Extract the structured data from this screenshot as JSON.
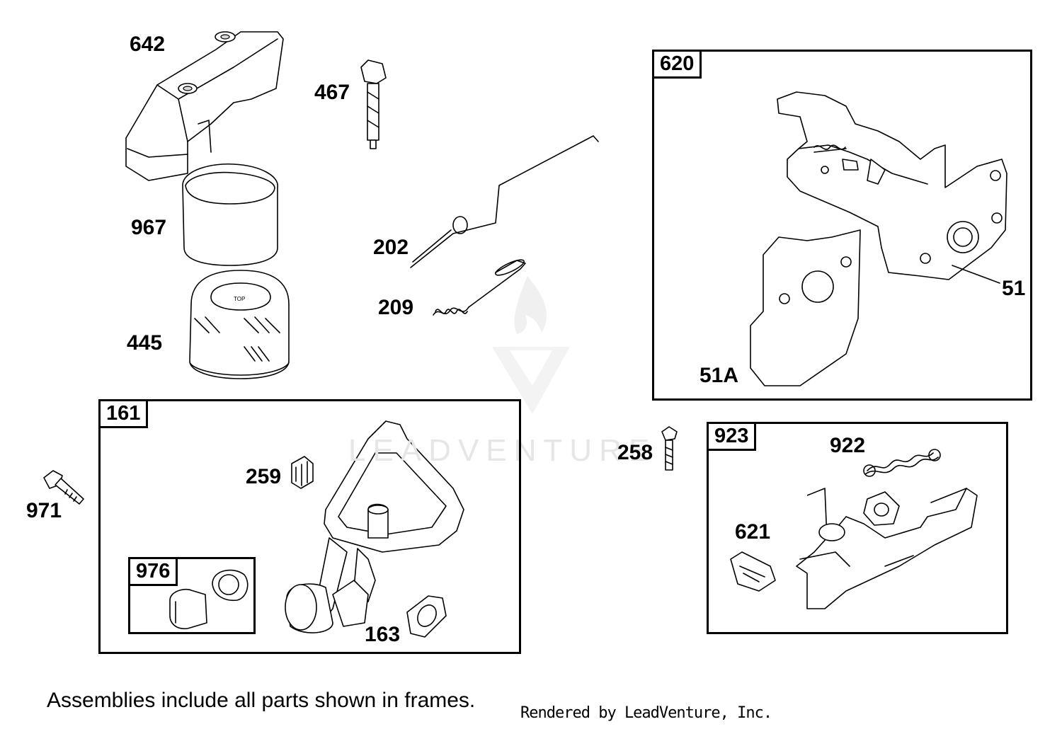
{
  "diagram": {
    "watermark": "LEADVENTURE",
    "labels": {
      "p642": "642",
      "p467": "467",
      "p967": "967",
      "p202": "202",
      "p209": "209",
      "p445": "445",
      "p51": "51",
      "p51a": "51A",
      "p258": "258",
      "p922": "922",
      "p621": "621",
      "p259": "259",
      "p971": "971",
      "p163": "163"
    },
    "frames": {
      "f620": "620",
      "f161": "161",
      "f976": "976",
      "f923": "923"
    },
    "footer": {
      "note": "Assemblies include all parts shown in frames.",
      "credit": "Rendered by LeadVenture, Inc."
    }
  }
}
